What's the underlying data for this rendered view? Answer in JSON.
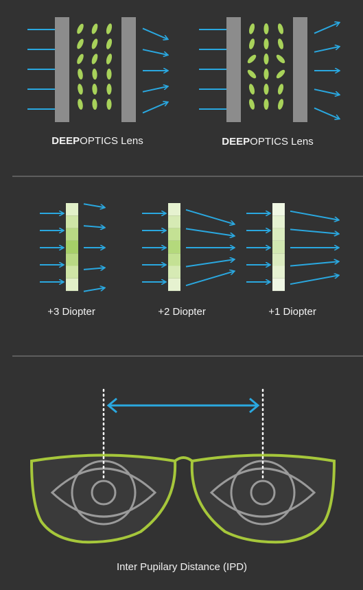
{
  "colors": {
    "background": "#323232",
    "arrow": "#2aa8e0",
    "lens_gray": "#8c8c8c",
    "crystal_green": "#a8d25a",
    "frame_green": "#a6c73b",
    "eye_gray": "#9a9a9a",
    "divider": "#8a8a8a"
  },
  "section_lens": {
    "left_lens": {
      "brand_bold": "DEEP",
      "brand_rest": "OPTICS Lens"
    },
    "right_lens": {
      "brand_bold": "DEEP",
      "brand_rest": "OPTICS Lens"
    }
  },
  "section_diopter": {
    "items": [
      {
        "label": "+3 Diopter"
      },
      {
        "label": "+2 Diopter"
      },
      {
        "label": "+1 Diopter"
      }
    ]
  },
  "section_ipd": {
    "label": "Inter Pupilary Distance (IPD)"
  }
}
